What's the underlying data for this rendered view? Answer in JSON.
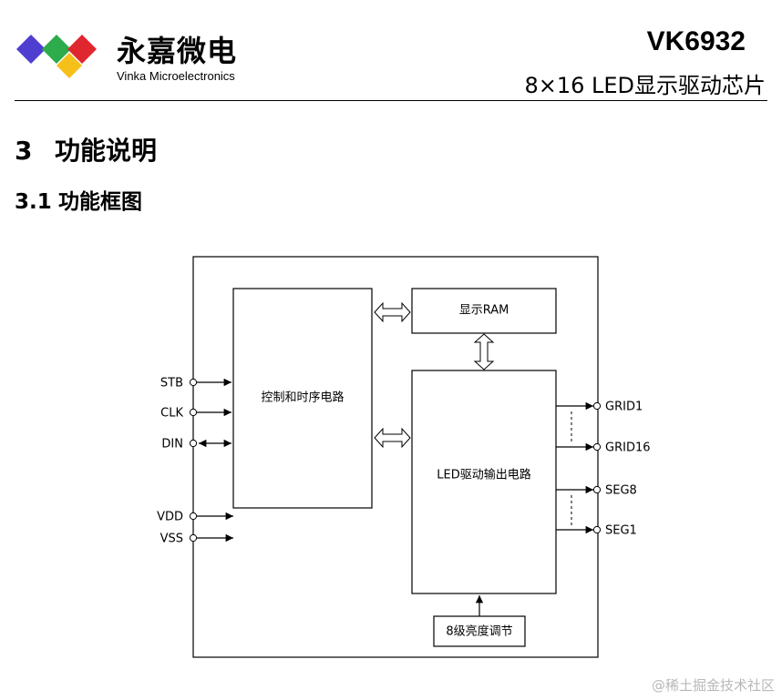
{
  "header": {
    "company_cn": "永嘉微电",
    "company_en": "Vinka Microelectronics",
    "model": "VK6932",
    "subtitle": "8×16 LED显示驱动芯片",
    "logo_colors": [
      "#4f3fd0",
      "#2eab4b",
      "#e0262e",
      "#f6c01a"
    ]
  },
  "section": {
    "number": "3",
    "title": "功能说明"
  },
  "subsection": {
    "number": "3.1",
    "title": "功能框图"
  },
  "diagram": {
    "blocks": {
      "control": "控制和时序电路",
      "ram": "显示RAM",
      "led_driver": "LED驱动输出电路",
      "brightness": "8级亮度调节"
    },
    "left_pins": [
      "STB",
      "CLK",
      "DIN",
      "VDD",
      "VSS"
    ],
    "right_pins": [
      "GRID1",
      "GRID16",
      "SEG8",
      "SEG1"
    ]
  },
  "watermark": "@稀土掘金技术社区"
}
